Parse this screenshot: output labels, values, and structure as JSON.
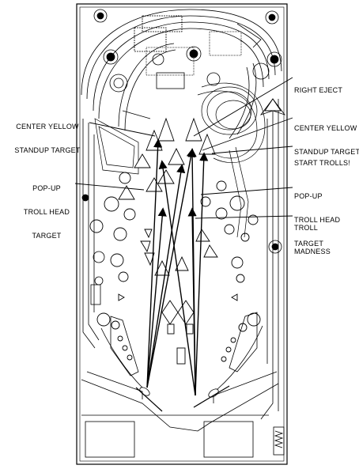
{
  "callouts": {
    "center_yellow_left": [
      "CENTER YELLOW",
      "STANDUP TARGET"
    ],
    "pop_up_left": [
      "POP-UP",
      "TROLL HEAD",
      "TARGET"
    ],
    "right_eject": [
      "RIGHT EJECT"
    ],
    "center_yellow_right": [
      "CENTER YELLOW",
      "STANDUP TARGET"
    ],
    "start_trolls": [
      "START TROLLS!"
    ],
    "pop_up_right": [
      "POP-UP",
      "TROLL HEAD",
      "TARGET"
    ],
    "troll_madness": [
      "TROLL",
      "MADNESS"
    ]
  },
  "colors": {
    "line": "#000000",
    "background": "#ffffff"
  }
}
